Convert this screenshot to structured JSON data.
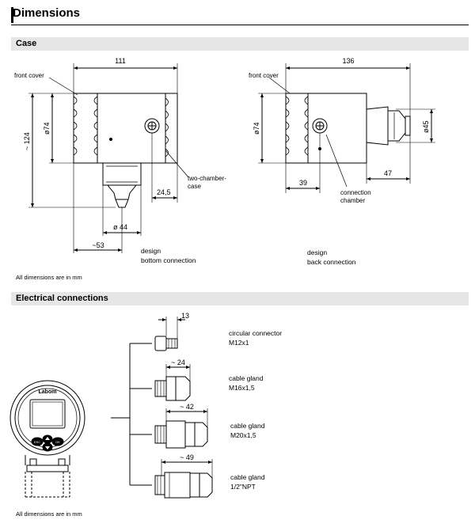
{
  "header": {
    "title": "Dimensions"
  },
  "sections": {
    "case": "Case",
    "electrical": "Electrical connections"
  },
  "case_bottom": {
    "front_cover": "front cover",
    "width": "111",
    "height": "~ 124",
    "diameter": "ø74",
    "chamber_label_1": "two-chamber-",
    "chamber_label_2": "case",
    "offset": "24,5",
    "connector_diameter": "ø 44",
    "offset_left": "~53",
    "design_1": "design",
    "design_2": "bottom connection"
  },
  "case_back": {
    "front_cover": "front cover",
    "width": "136",
    "diameter": "ø74",
    "connector_diameter": "ø45",
    "depth_front": "39",
    "depth_back": "47",
    "chamber_label_1": "connection",
    "chamber_label_2": "chamber",
    "design_1": "design",
    "design_2": "back connection"
  },
  "footnote_case": "All dimensions are in mm",
  "electrical": {
    "device": {
      "brand": "Labom",
      "key_left": "ESC",
      "key_right": "OK"
    },
    "connectors": [
      {
        "dimension": "13",
        "name": "circular connector",
        "spec": "M12x1"
      },
      {
        "dimension": "~ 24",
        "name": "cable gland",
        "spec": "M16x1,5"
      },
      {
        "dimension": "~ 42",
        "name": "cable gland",
        "spec": "M20x1,5"
      },
      {
        "dimension": "~ 49",
        "name": "cable gland",
        "spec": "1/2\"NPT"
      }
    ]
  },
  "footnote_electrical": "All dimensions are in mm"
}
